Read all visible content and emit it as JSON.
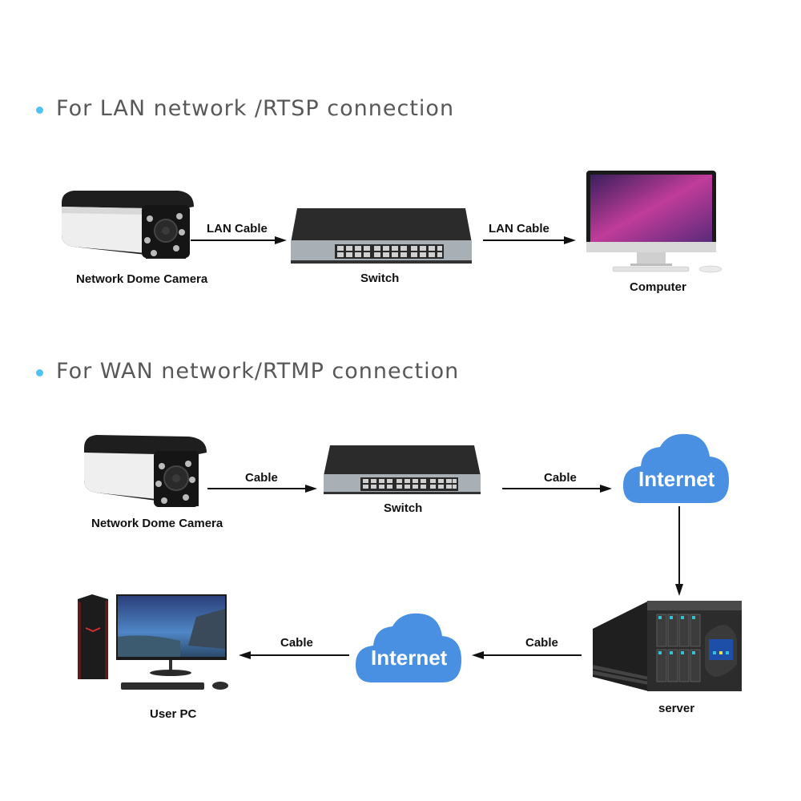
{
  "sections": {
    "lan": {
      "heading": "For LAN network /RTSP connection",
      "nodes": {
        "camera": "Network Dome Camera",
        "switch": "Switch",
        "computer": "Computer"
      },
      "links": [
        "LAN Cable",
        "LAN Cable"
      ]
    },
    "wan": {
      "heading": "For WAN network/RTMP connection",
      "nodes": {
        "camera": "Network Dome Camera",
        "switch": "Switch",
        "internet_top": "Internet",
        "server": "server",
        "internet_bottom": "Internet",
        "user_pc": "User PC"
      },
      "links": [
        "Cable",
        "Cable",
        "Cable",
        "Cable"
      ]
    }
  },
  "colors": {
    "bullet": "#4fc3f7",
    "heading_text": "#585858",
    "cloud": "#4a90e2",
    "arrow": "#111111"
  }
}
